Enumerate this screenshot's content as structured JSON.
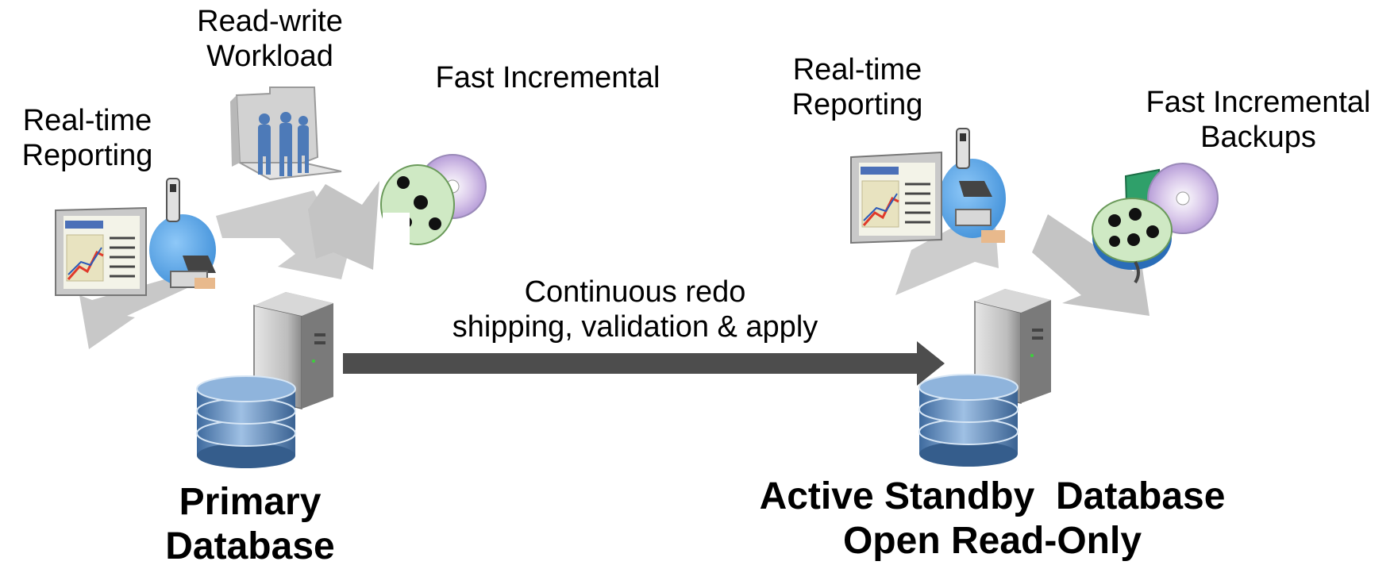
{
  "primary": {
    "label_line1": "Primary",
    "label_line2": "Database",
    "reporting_line1": "Real-time",
    "reporting_line2": "Reporting",
    "workload_line1": "Read-write",
    "workload_line2": "Workload",
    "backup_line1": "Fast Incremental"
  },
  "standby": {
    "label_line1": "Active Standby  Database",
    "label_line2": "Open Read-Only",
    "reporting_line1": "Real-time",
    "reporting_line2": "Reporting",
    "backup_line1": "Fast Incremental",
    "backup_line2": "Backups"
  },
  "redo": {
    "line1": "Continuous redo",
    "line2": "shipping, validation & apply"
  },
  "colors": {
    "arrow_gray": "#c8c8c8",
    "redo_arrow": "#4d4d4d",
    "disk_blue": "#5b86b8",
    "accent_blue": "#5aa3e6"
  }
}
